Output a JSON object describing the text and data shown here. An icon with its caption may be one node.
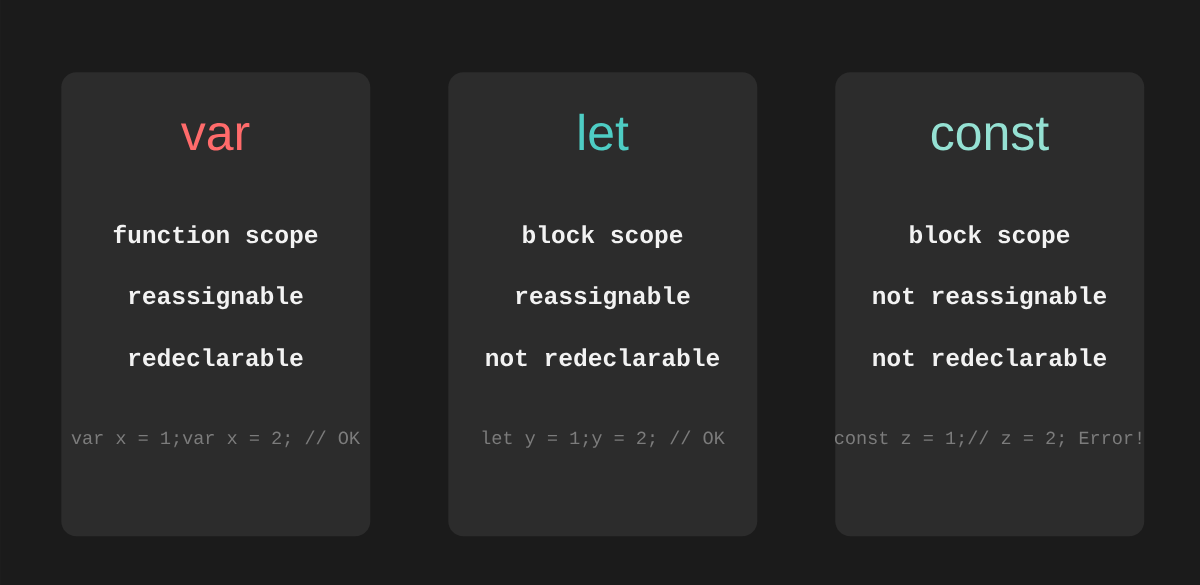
{
  "diagram": {
    "nodes": [
      {
        "text": [
          "var",
          "function scope",
          "reassignable",
          "redeclarable",
          "var x = 1;var x = 2; // OK"
        ]
      },
      {
        "text": [
          "let",
          "block scope",
          "reassignable",
          "not redeclarable",
          "let y = 1;y = 2; // OK"
        ]
      },
      {
        "text": [
          "const",
          "block scope",
          "not reassignable",
          "not redeclarable",
          "const z = 1;// z = 2; Error!"
        ]
      }
    ]
  }
}
